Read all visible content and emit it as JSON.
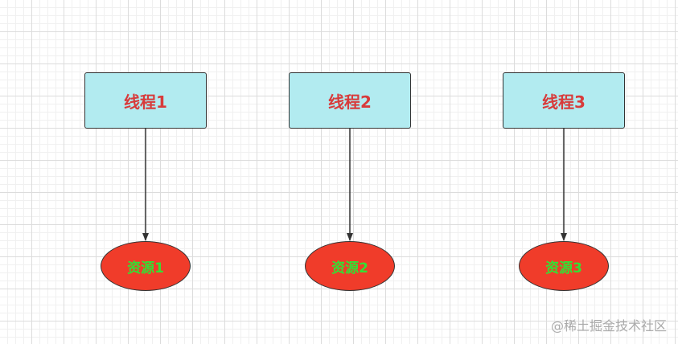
{
  "colors": {
    "thread_fill": "#b2ebf0",
    "thread_text": "#d83b3b",
    "resource_fill": "#f03c2a",
    "resource_text": "#34e034",
    "edge": "#333333"
  },
  "threads": [
    {
      "label": "线程1"
    },
    {
      "label": "线程2"
    },
    {
      "label": "线程3"
    }
  ],
  "resources": [
    {
      "label": "资源1"
    },
    {
      "label": "资源2"
    },
    {
      "label": "资源3"
    }
  ],
  "edges": [
    {
      "from": "线程1",
      "to": "资源1"
    },
    {
      "from": "线程2",
      "to": "资源2"
    },
    {
      "from": "线程3",
      "to": "资源3"
    }
  ],
  "watermark": "@稀土掘金技术社区"
}
